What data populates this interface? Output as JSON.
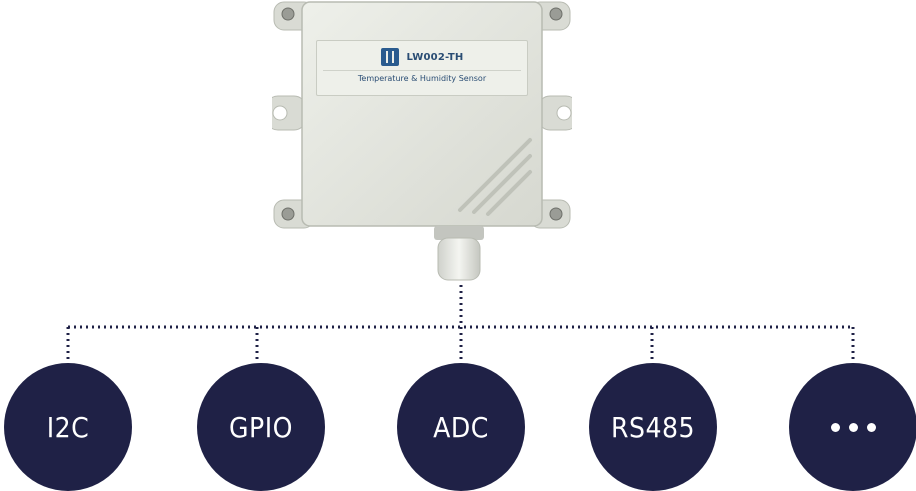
{
  "device": {
    "model": "LW002-TH",
    "subtitle": "Temperature & Humidity Sensor",
    "logo_icon": "sensor-logo-icon"
  },
  "interfaces": [
    {
      "label": "I2C"
    },
    {
      "label": "GPIO"
    },
    {
      "label": "ADC"
    },
    {
      "label": "RS485"
    },
    {
      "label": "",
      "icon": "more-dots-icon"
    }
  ],
  "colors": {
    "node_fill": "#1f2146",
    "connector": "#1f2146",
    "device_body": "#e4e6df"
  }
}
